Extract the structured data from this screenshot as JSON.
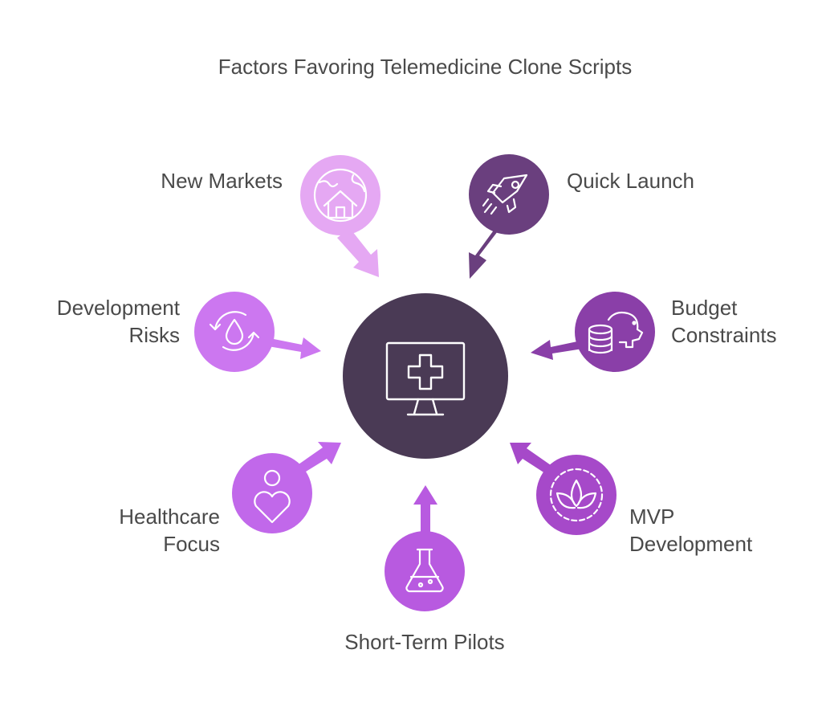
{
  "title": "Factors Favoring Telemedicine Clone Scripts",
  "center": {
    "icon": "monitor-medical-cross-icon",
    "color": "#4a3a55"
  },
  "factors": [
    {
      "id": "new-markets",
      "lines": [
        "New Markets"
      ],
      "icon": "globe-house-icon",
      "color": "#e5a8f3"
    },
    {
      "id": "quick-launch",
      "lines": [
        "Quick Launch"
      ],
      "icon": "rocket-icon",
      "color": "#6a3f7e"
    },
    {
      "id": "development-risks",
      "lines": [
        "Development",
        "Risks"
      ],
      "icon": "cycle-drop-icon",
      "color": "#cc77f0"
    },
    {
      "id": "budget-constraints",
      "lines": [
        "Budget",
        "Constraints"
      ],
      "icon": "piggy-bank-coins-icon",
      "color": "#8a3fa8"
    },
    {
      "id": "healthcare-focus",
      "lines": [
        "Healthcare",
        "Focus"
      ],
      "icon": "person-heart-icon",
      "color": "#c168ea"
    },
    {
      "id": "mvp-development",
      "lines": [
        "MVP",
        "Development"
      ],
      "icon": "sprout-leaves-icon",
      "color": "#a649c9"
    },
    {
      "id": "short-term-pilots",
      "lines": [
        "Short-Term Pilots"
      ],
      "icon": "flask-icon",
      "color": "#b85ae0"
    }
  ]
}
